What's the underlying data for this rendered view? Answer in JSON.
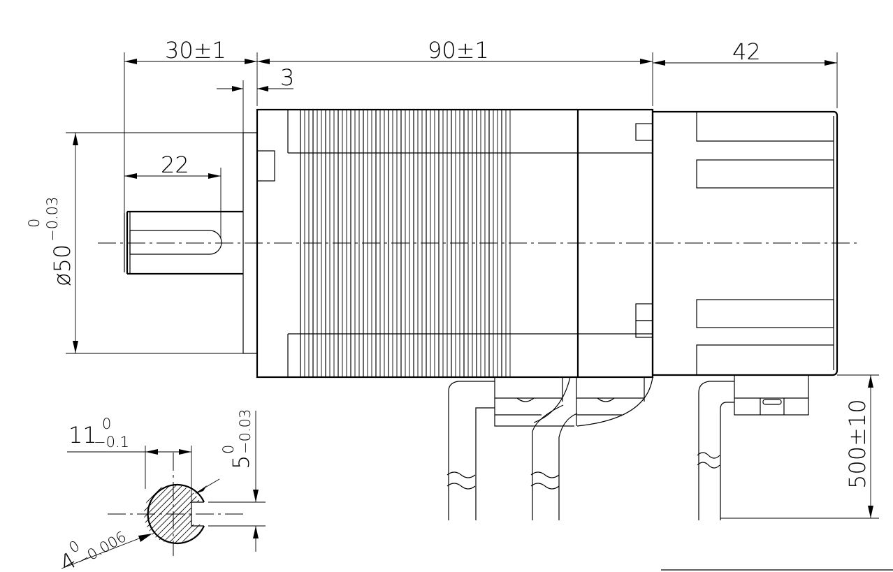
{
  "dimensions": {
    "shaft_length": "30±1",
    "body_length": "90±1",
    "encoder_length": "42",
    "flange_thickness": "3",
    "key_length": "22",
    "pilot_diameter": {
      "main": "ø50",
      "upper": "0",
      "lower": "−0.03"
    },
    "shaft_flat": {
      "main": "11",
      "upper": "0",
      "lower": "−0.1"
    },
    "key_width": {
      "main": "5",
      "upper": "0",
      "lower": "−0.03"
    },
    "shaft_diameter": {
      "main": "4",
      "upper": "0",
      "lower": "−0.006"
    },
    "cable_length": "500±10"
  }
}
